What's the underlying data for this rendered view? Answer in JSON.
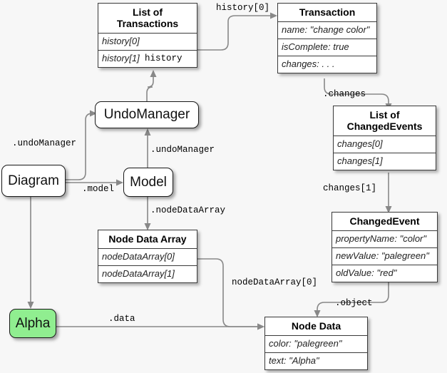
{
  "diagram": {
    "title": "GoJS model/diagram object reference graph",
    "background_color": "#f7f7f7",
    "link_color": "#888888",
    "node_border_color": "#3a3a3a",
    "highlight_color": "#90ee90"
  },
  "nodes": {
    "list_of_transactions": {
      "title": "List of\nTransactions",
      "items": [
        "history[0]",
        "history[1]"
      ]
    },
    "transaction": {
      "title": "Transaction",
      "items": [
        "name: \"change color\"",
        "isComplete: true",
        "changes: . . ."
      ]
    },
    "list_of_changed_events": {
      "title": "List of\nChangedEvents",
      "items": [
        "changes[0]",
        "changes[1]"
      ]
    },
    "changed_event": {
      "title": "ChangedEvent",
      "items": [
        "propertyName: \"color\"",
        "newValue: \"palegreen\"",
        "oldValue: \"red\""
      ]
    },
    "node_data_array": {
      "title": "Node Data Array",
      "items": [
        "nodeDataArray[0]",
        "nodeDataArray[1]"
      ]
    },
    "node_data": {
      "title": "Node Data",
      "items": [
        "color: \"palegreen\"",
        "text: \"Alpha\""
      ]
    },
    "undo_manager": {
      "label": "UndoManager"
    },
    "diagram_obj": {
      "label": "Diagram"
    },
    "model": {
      "label": "Model"
    },
    "alpha": {
      "label": "Alpha",
      "color": "#90ee90"
    }
  },
  "link_labels": {
    "history_0": "history[0]",
    "history": "history",
    "changes": ".changes",
    "changes_1": "changes[1]",
    "undo_manager_from_diagram": ".undoManager",
    "undo_manager_from_model": ".undoManager",
    "model": ".model",
    "node_data_array": ".nodeDataArray",
    "node_data_array_0": "nodeDataArray[0]",
    "object": ".object",
    "data": ".data"
  }
}
